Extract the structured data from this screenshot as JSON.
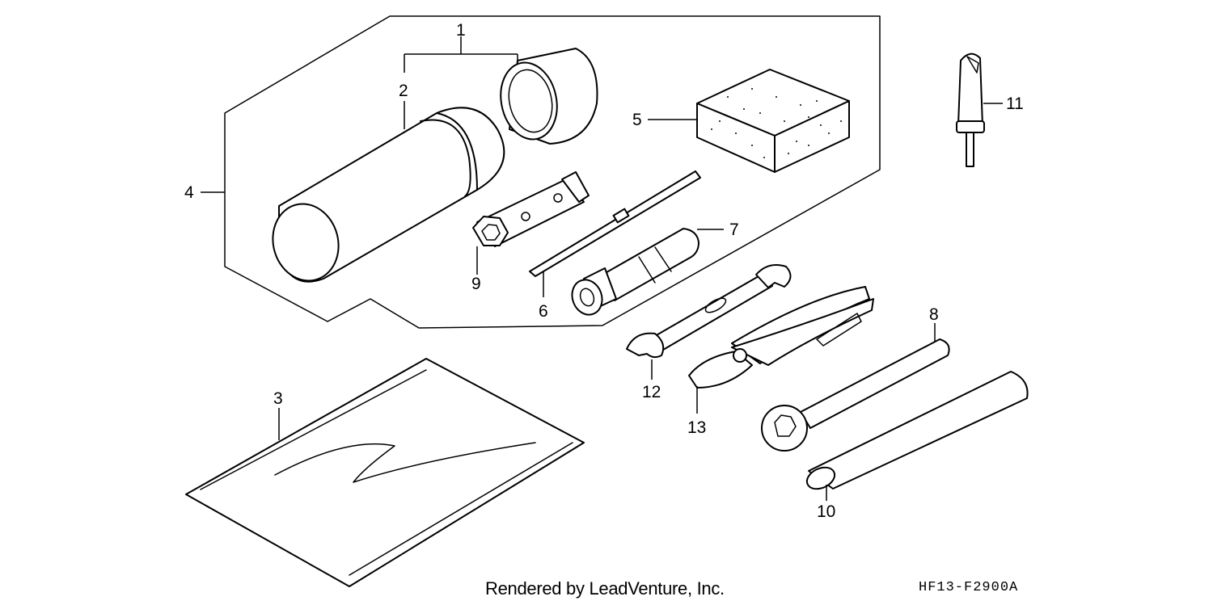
{
  "callouts": [
    {
      "id": "1",
      "label": "1",
      "part": "tool-bag-assembly"
    },
    {
      "id": "2",
      "label": "2",
      "part": "tool-case"
    },
    {
      "id": "3",
      "label": "3",
      "part": "owners-manual-envelope"
    },
    {
      "id": "4",
      "label": "4",
      "part": "tool-set"
    },
    {
      "id": "5",
      "label": "5",
      "part": "sponge-block"
    },
    {
      "id": "6",
      "label": "6",
      "part": "screwdriver"
    },
    {
      "id": "7",
      "label": "7",
      "part": "screwdriver-grip"
    },
    {
      "id": "8",
      "label": "8",
      "part": "ring-wrench"
    },
    {
      "id": "9",
      "label": "9",
      "part": "spark-plug-wrench"
    },
    {
      "id": "10",
      "label": "10",
      "part": "wrench-handle"
    },
    {
      "id": "11",
      "label": "11",
      "part": "valve-core-tool"
    },
    {
      "id": "12",
      "label": "12",
      "part": "open-end-wrench"
    },
    {
      "id": "13",
      "label": "13",
      "part": "pliers"
    }
  ],
  "footer": {
    "credit": "Rendered by LeadVenture, Inc.",
    "figure_code": "HF13-F2900A"
  }
}
